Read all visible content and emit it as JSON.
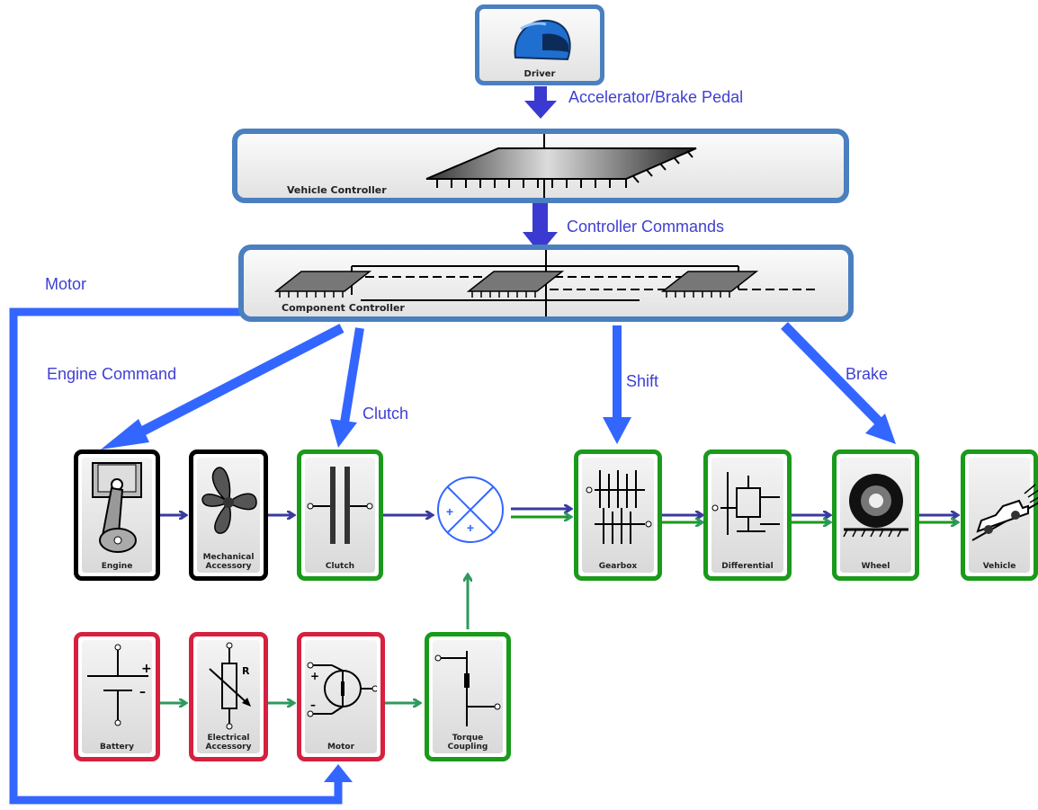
{
  "driver": {
    "label": "Driver"
  },
  "vehicle_controller": {
    "label": "Vehicle Controller"
  },
  "component_controller": {
    "label": "Component Controller"
  },
  "signals": {
    "pedal": "Accelerator/Brake Pedal",
    "commands": "Controller Commands",
    "motor": "Motor",
    "engine_command": "Engine Command",
    "clutch": "Clutch",
    "shift": "Shift",
    "brake": "Brake"
  },
  "blocks": {
    "engine": {
      "label": "Engine",
      "border": "#000000"
    },
    "mech_accessory": {
      "label_line1": "Mechanical",
      "label_line2": "Accessory",
      "border": "#000000"
    },
    "clutch": {
      "label": "Clutch",
      "border": "#1a9a1a"
    },
    "gearbox": {
      "label": "Gearbox",
      "border": "#1a9a1a"
    },
    "differential": {
      "label": "Differential",
      "border": "#1a9a1a"
    },
    "wheel": {
      "label": "Wheel",
      "border": "#1a9a1a"
    },
    "vehicle": {
      "label": "Vehicle",
      "border": "#1a9a1a"
    },
    "battery": {
      "label": "Battery",
      "border": "#d62040"
    },
    "elec_accessory": {
      "label_line1": "Electrical",
      "label_line2": "Accessory",
      "border": "#d62040"
    },
    "motor": {
      "label": "Motor",
      "border": "#d62040"
    },
    "torque_coupling": {
      "label_line1": "Torque",
      "label_line2": "Coupling",
      "border": "#1a9a1a"
    }
  },
  "summing_junction": {
    "signs": [
      "+",
      "+"
    ]
  },
  "symbols": {
    "battery_plus": "+",
    "battery_minus": "–",
    "resistor": "R",
    "motor_plus": "+",
    "motor_minus": "–"
  },
  "colors": {
    "command_arrow": "#3366ff",
    "mechanical_flow": "#3a3aa0",
    "electrical_flow": "#2e9a5e",
    "label_text": "#3f3fd2",
    "controller_border": "#4a7fc0"
  }
}
